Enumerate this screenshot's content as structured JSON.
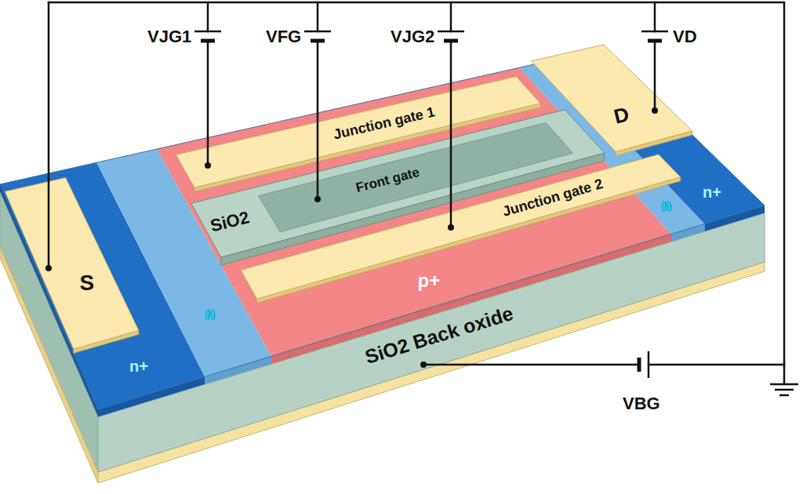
{
  "diagram": {
    "nodes": [
      {
        "text": [
          "SiO2"
        ]
      },
      {
        "text": [
          "Front gate"
        ],
        "in": 0
      },
      {
        "text": [
          "Junction gate 1"
        ]
      },
      {
        "text": [
          "Junction gate 2"
        ]
      },
      {
        "text": [
          "S"
        ]
      },
      {
        "text": [
          "D"
        ]
      },
      {
        "text": [
          "SiO2 Back oxide"
        ]
      }
    ],
    "labels": [
      "VJG1",
      "VFG",
      "VJG2",
      "VD",
      "VBG",
      "n+",
      "n",
      "p+",
      "n",
      "n+"
    ]
  }
}
